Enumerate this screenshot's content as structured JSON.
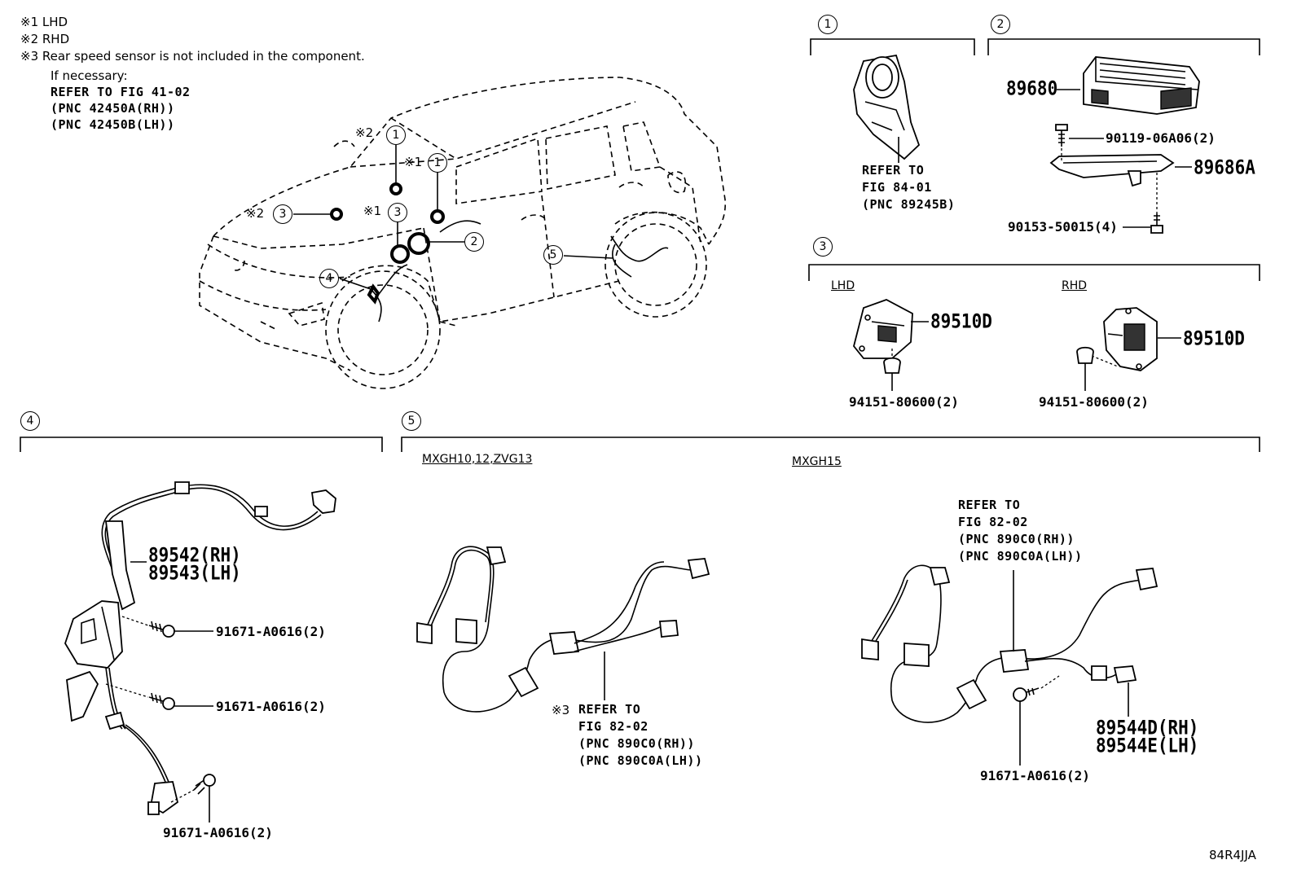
{
  "notes": {
    "n1": "※1 LHD",
    "n2": "※2 RHD",
    "n3": "※3 Rear speed sensor is not included in the component.",
    "if_necessary": "If necessary:",
    "refer": "REFER TO FIG 41-02",
    "pnc_rh": "(PNC 42450A(RH))",
    "pnc_lh": "(PNC 42450B(LH))"
  },
  "marks": {
    "m1": "※1",
    "m2": "※2",
    "m3": "※3"
  },
  "callouts": {
    "c1": "1",
    "c2": "2",
    "c3": "3",
    "c4": "4",
    "c5": "5"
  },
  "panel1": {
    "refer": "REFER TO",
    "fig": "FIG 84-01",
    "pnc": "(PNC 89245B)"
  },
  "panel2": {
    "ecu": "89680",
    "bolt": "90119-06A06(2)",
    "bracket": "89686A",
    "screw": "90153-50015(4)"
  },
  "panel3": {
    "lhd": "LHD",
    "rhd": "RHD",
    "sensor_lhd": "89510D",
    "sensor_rhd": "89510D",
    "nut_lhd": "94151-80600(2)",
    "nut_rhd": "94151-80600(2)"
  },
  "panel4": {
    "sensor_rh": "89542(RH)",
    "sensor_lh": "89543(LH)",
    "bolt_a": "91671-A0616(2)",
    "bolt_b": "91671-A0616(2)",
    "bolt_c": "91671-A0616(2)"
  },
  "panel5": {
    "model_a": "MXGH10,12,ZVG13",
    "model_b": "MXGH15",
    "a_refer": "REFER TO",
    "a_fig": "FIG 82-02",
    "a_pnc_rh": "(PNC 890C0(RH))",
    "a_pnc_lh": "(PNC 890C0A(LH))",
    "b_refer": "REFER TO",
    "b_fig": "FIG 82-02",
    "b_pnc_rh": "(PNC 890C0(RH))",
    "b_pnc_lh": "(PNC 890C0A(LH))",
    "sensor_rh": "89544D(RH)",
    "sensor_lh": "89544E(LH)",
    "bolt": "91671-A0616(2)"
  },
  "figure_code": "84R4JJA"
}
